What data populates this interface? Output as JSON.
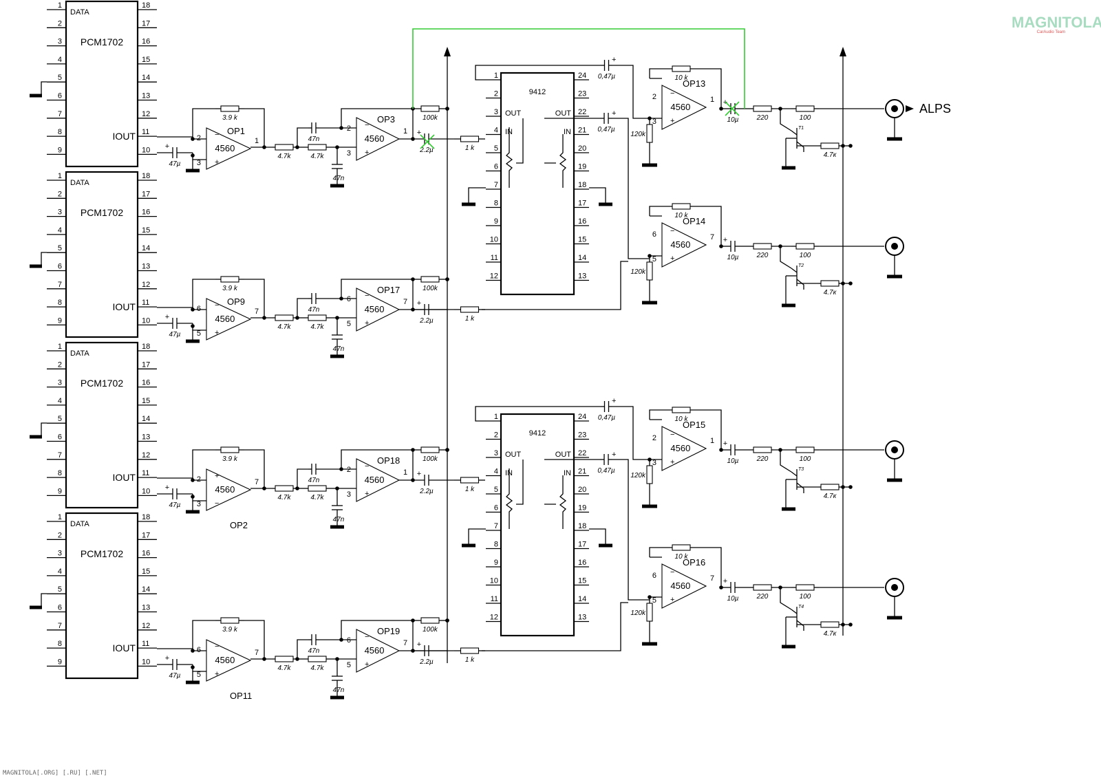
{
  "dac": {
    "name": "PCM1702",
    "data_label": "DATA",
    "iout_label": "IOUT",
    "left_pins": [
      "1",
      "2",
      "3",
      "4",
      "5",
      "6",
      "7",
      "8",
      "9"
    ],
    "right_pins": [
      "18",
      "17",
      "16",
      "15",
      "14",
      "13",
      "12",
      "11",
      "10"
    ]
  },
  "stages": [
    {
      "i2v_op": "OP1",
      "i2v_minus": "2",
      "i2v_plus": "3",
      "i2v_out": "1",
      "filt_op": "OP3",
      "filt_minus": "2",
      "filt_plus": "3",
      "filt_out": "1"
    },
    {
      "i2v_op": "OP9",
      "i2v_minus": "6",
      "i2v_plus": "5",
      "i2v_out": "7",
      "filt_op": "OP17",
      "filt_minus": "6",
      "filt_plus": "5",
      "filt_out": "7"
    },
    {
      "i2v_op": "OP2",
      "i2v_minus": "2",
      "i2v_plus": "3",
      "i2v_out": "7",
      "filt_op": "OP18",
      "filt_minus": "2",
      "filt_plus": "3",
      "filt_out": "1"
    },
    {
      "i2v_op": "OP11",
      "i2v_minus": "6",
      "i2v_plus": "5",
      "i2v_out": "7",
      "filt_op": "OP19",
      "filt_minus": "6",
      "filt_plus": "5",
      "filt_out": "7"
    }
  ],
  "opamp_type": "4560",
  "values": {
    "r_feedback": "3.9 k",
    "r_47k": "4.7k",
    "c_47n": "47n",
    "c_47u": "47µ",
    "r_100k": "100k",
    "c_22u": "2.2µ",
    "r_1k": "1 k",
    "c_047u": "0,47µ",
    "r_10k": "10 k",
    "r_120k": "120k",
    "c_10u": "10µ",
    "r_220": "220",
    "r_100": "100",
    "r_47k_out": "4.7к"
  },
  "volume_ic": {
    "name": "9412",
    "out_label": "OUT",
    "in_label": "IN",
    "left_pins": [
      "1",
      "2",
      "3",
      "4",
      "5",
      "6",
      "7",
      "8",
      "9",
      "10",
      "11",
      "12"
    ],
    "right_pins": [
      "24",
      "23",
      "22",
      "21",
      "20",
      "19",
      "18",
      "17",
      "16",
      "15",
      "14",
      "13"
    ]
  },
  "output_stages": [
    {
      "op": "OP13",
      "minus": "2",
      "plus": "3",
      "out": "1",
      "transistor": "T1",
      "label": "ALPS"
    },
    {
      "op": "OP14",
      "minus": "6",
      "plus": "5",
      "out": "7",
      "transistor": "T2",
      "label": ""
    },
    {
      "op": "OP15",
      "minus": "2",
      "plus": "3",
      "out": "1",
      "transistor": "T3",
      "label": ""
    },
    {
      "op": "OP16",
      "minus": "6",
      "plus": "5",
      "out": "7",
      "transistor": "T4",
      "label": ""
    }
  ],
  "watermark": {
    "brand": "MAGNITOLA",
    "sub": "CarAudio Team"
  },
  "footer": "MAGNITOLA[.ORG] [.RU] [.NET]",
  "colors": {
    "wire": "#000000",
    "mod_wire": "#33cc33",
    "mod_mark": "#33cc33",
    "watermark": "#a8dcc0"
  }
}
